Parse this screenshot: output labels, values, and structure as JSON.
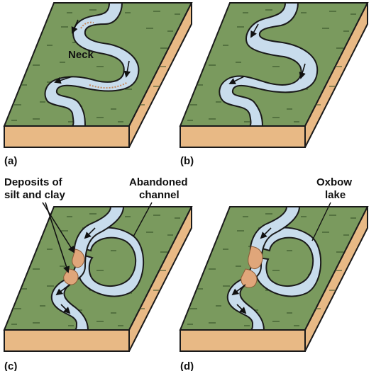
{
  "panels": [
    {
      "id": "a",
      "label": "(a)"
    },
    {
      "id": "b",
      "label": "(b)"
    },
    {
      "id": "c",
      "label": "(c)"
    },
    {
      "id": "d",
      "label": "(d)"
    }
  ],
  "annotations": {
    "neck": "Neck",
    "deposits_line1": "Deposits of",
    "deposits_line2": "silt and clay",
    "abandoned_line1": "Abandoned",
    "abandoned_line2": "channel",
    "oxbow_line1": "Oxbow",
    "oxbow_line2": "lake"
  },
  "colors": {
    "land_top": "#7a9a5e",
    "land_side": "#e8b985",
    "water": "#c8dcec",
    "deposit": "#e0a67a",
    "outline": "#1a1a1a"
  }
}
